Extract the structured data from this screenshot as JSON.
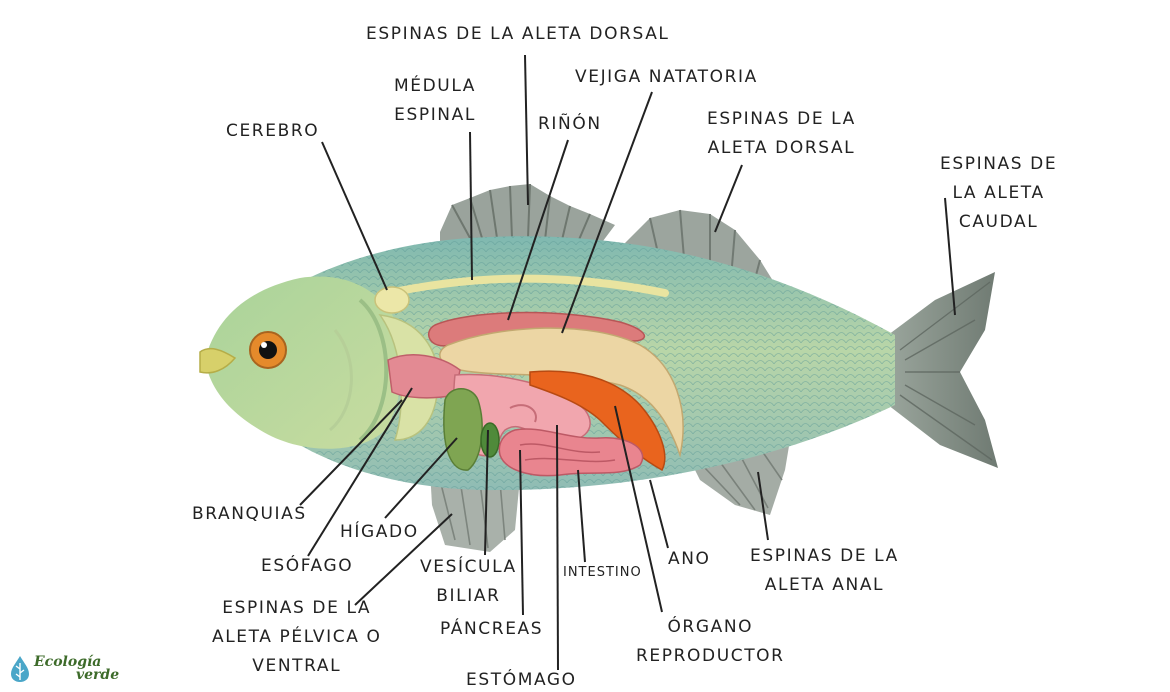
{
  "labels": {
    "espinas_dorsal_top": "ESPINAS DE LA ALETA DORSAL",
    "medula": "MÉDULA\nESPINAL",
    "vejiga": "VEJIGA NATATORIA",
    "cerebro": "CEREBRO",
    "rinon": "RIÑÓN",
    "espinas_dorsal_right": "ESPINAS DE LA\nALETA DORSAL",
    "espinas_caudal": "ESPINAS DE\nLA ALETA\nCAUDAL",
    "branquias": "BRANQUIAS",
    "higado": "HÍGADO",
    "esofago": "ESÓFAGO",
    "vesicula": "VESÍCULA\nBILIAR",
    "intestino": "INTESTINO",
    "ano": "ANO",
    "espinas_anal": "ESPINAS DE LA\nALETA ANAL",
    "espinas_pelvica": "ESPINAS DE LA\nALETA PÉLVICA O\nVENTRAL",
    "pancreas": "PÁNCREAS",
    "organo": "ÓRGANO\nREPRODUCTOR",
    "estomago": "ESTÓMAGO"
  },
  "logo": {
    "line1": "Ecología",
    "line2": "verde"
  }
}
